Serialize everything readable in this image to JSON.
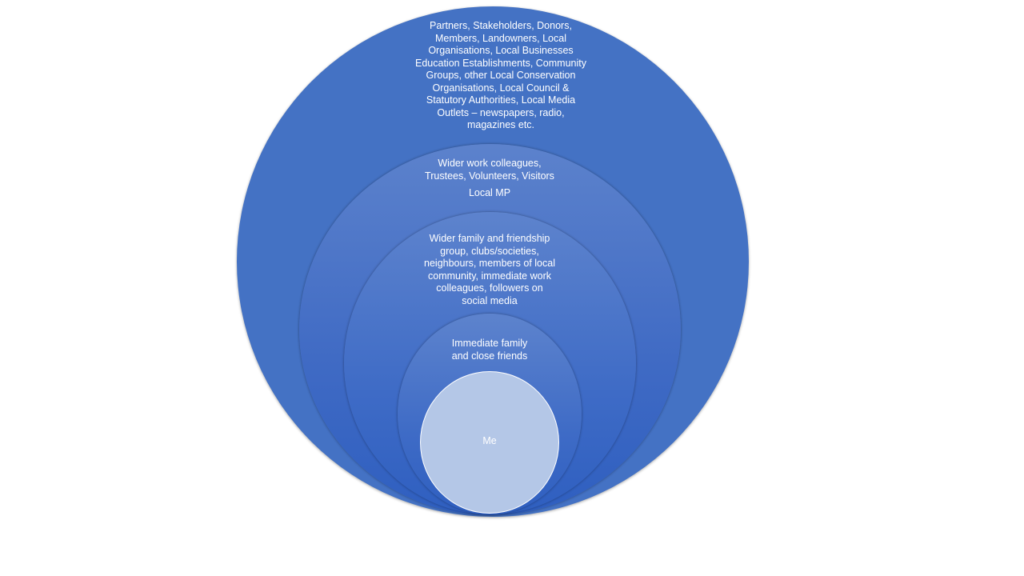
{
  "rings": [
    {
      "id": "outer",
      "lines": [
        "Partners, Stakeholders, Donors,",
        "Members, Landowners, Local",
        "Organisations, Local Businesses",
        "Education Establishments, Community",
        "Groups, other Local Conservation",
        "Organisations, Local Council &",
        "Statutory Authorities, Local Media",
        "Outlets – newspapers, radio,",
        "magazines etc."
      ]
    },
    {
      "id": "wider-work",
      "lines": [
        "Wider work colleagues,",
        "Trustees, Volunteers, Visitors"
      ],
      "extra": "Local MP"
    },
    {
      "id": "wider-family",
      "lines": [
        "Wider family and friendship",
        "group, clubs/societies,",
        "neighbours, members of local",
        "community, immediate work",
        "colleagues, followers on",
        "social media"
      ]
    },
    {
      "id": "immediate",
      "lines": [
        "Immediate family",
        "and close friends"
      ]
    },
    {
      "id": "me",
      "lines": [
        "Me"
      ]
    }
  ],
  "colors": {
    "outer": "#4472c4",
    "inner": "#3f6ac4",
    "me": "#b4c7e7"
  }
}
